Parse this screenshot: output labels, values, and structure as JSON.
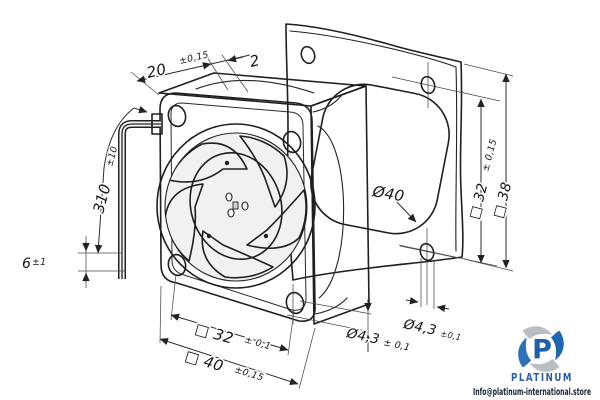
{
  "drawing": {
    "title": "axial-fan-technical-drawing",
    "labels": {
      "depth": {
        "value": "20",
        "tol": "±0,15"
      },
      "gasket_thickness": {
        "value": "2"
      },
      "lead_length": {
        "value": "310",
        "tol": "±10"
      },
      "lead_strip": {
        "value": "6",
        "tol": "±1"
      },
      "front_hole_spacing": {
        "value": "□ 32",
        "tol": "± 0,1"
      },
      "frame_size": {
        "value": "□ 40",
        "tol": "±0,15"
      },
      "front_hole_dia": {
        "value": "Ø4,3",
        "tol": "± 0,1"
      },
      "venturi_dia": {
        "value": "Ø40"
      },
      "gasket_hole_dia": {
        "value": "Ø4,3",
        "tol": "±0,1"
      },
      "gasket_hole_spacing": {
        "value": "□ 32",
        "tol": "± 0,15"
      },
      "gasket_size": {
        "value": "□ 38"
      }
    }
  },
  "watermark": {
    "monogram": "P",
    "brand": "PLATINUM",
    "email": "Info@platinum-international.store",
    "accent_blue": "#2166ac",
    "swirl_gray": "#b9bec4",
    "text_dark": "#1b2430"
  },
  "palette": {
    "line": "#1f1f1f",
    "fill_light": "#eceded",
    "fill_mid": "#d7d9db",
    "fill_dark": "#c6c9cb",
    "background": "#ffffff"
  }
}
